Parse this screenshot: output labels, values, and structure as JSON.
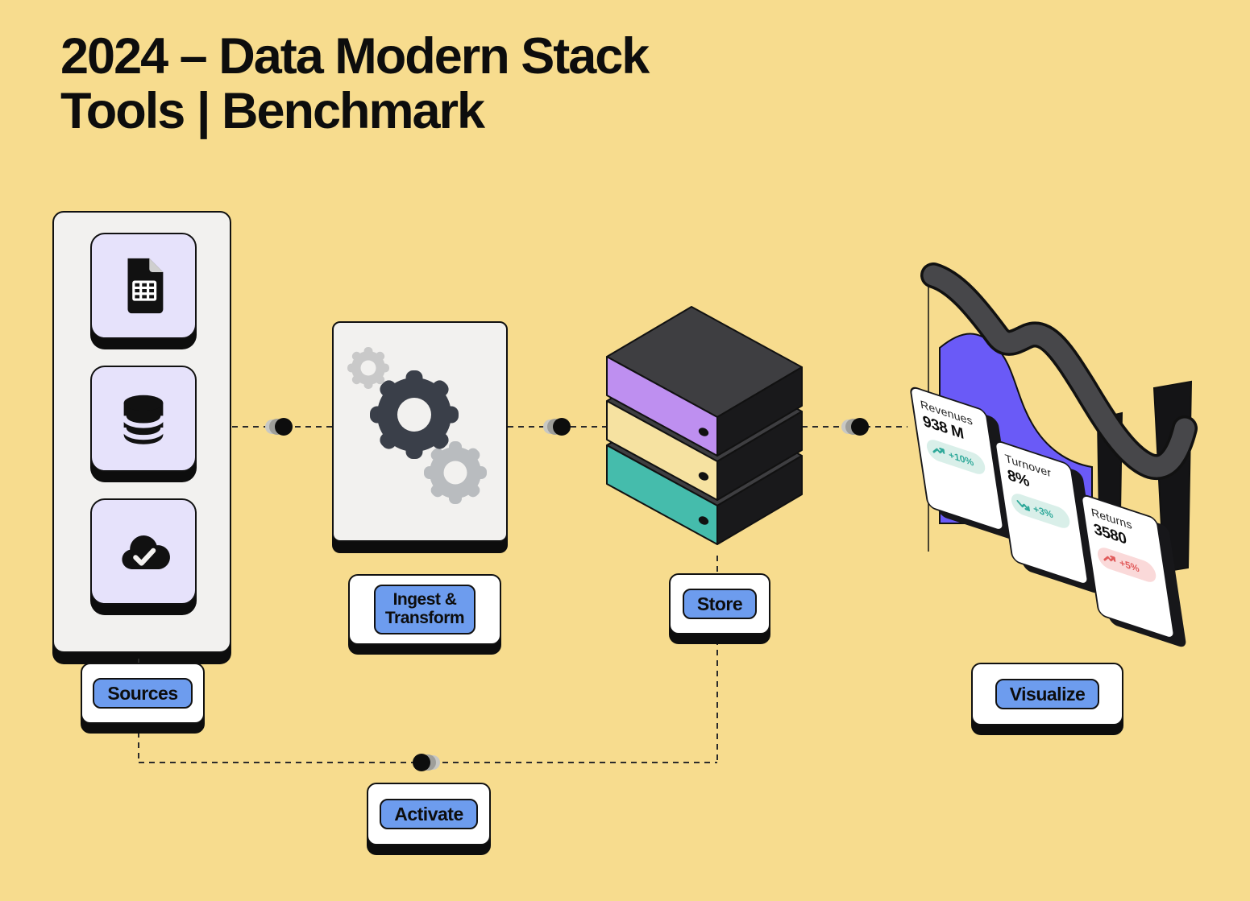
{
  "title": {
    "line1": "2024 – Data Modern Stack",
    "line2": "Tools | Benchmark"
  },
  "stages": {
    "sources": {
      "label": "Sources",
      "icons": [
        "spreadsheet-file-icon",
        "database-icon",
        "cloud-check-icon"
      ]
    },
    "ingest": {
      "label_line1": "Ingest &",
      "label_line2": "Transform",
      "icons": [
        "gear-small-icon",
        "gear-large-icon",
        "gear-medium-icon"
      ]
    },
    "store": {
      "label": "Store",
      "stack_layers": [
        "purple",
        "cream",
        "teal"
      ]
    },
    "activate": {
      "label": "Activate"
    },
    "visualize": {
      "label": "Visualize"
    }
  },
  "kpi_cards": [
    {
      "label": "Revenues",
      "value": "938 M",
      "delta": "+10%",
      "trend": "up",
      "tone": "mint"
    },
    {
      "label": "Turnover",
      "value": "8%",
      "delta": "+3%",
      "trend": "down",
      "tone": "mint"
    },
    {
      "label": "Returns",
      "value": "3580",
      "delta": "+5%",
      "trend": "up",
      "tone": "pink"
    }
  ],
  "colors": {
    "background": "#F7DC8E",
    "ink": "#0D0D0D",
    "panel": "#F2F1EF",
    "tile_lavender": "#E6E2FB",
    "accent_blue": "#6D9CEE",
    "server_purple": "#BE8FF0",
    "server_cream": "#F6E2A1",
    "server_teal": "#45BCAC",
    "chart_purple": "#6A5AF7",
    "ribbon_gray": "#47474A",
    "mint_bg": "#D9EFE9",
    "mint_text": "#2FA99A",
    "pink_bg": "#FAD9D9",
    "pink_text": "#E15B5B"
  }
}
